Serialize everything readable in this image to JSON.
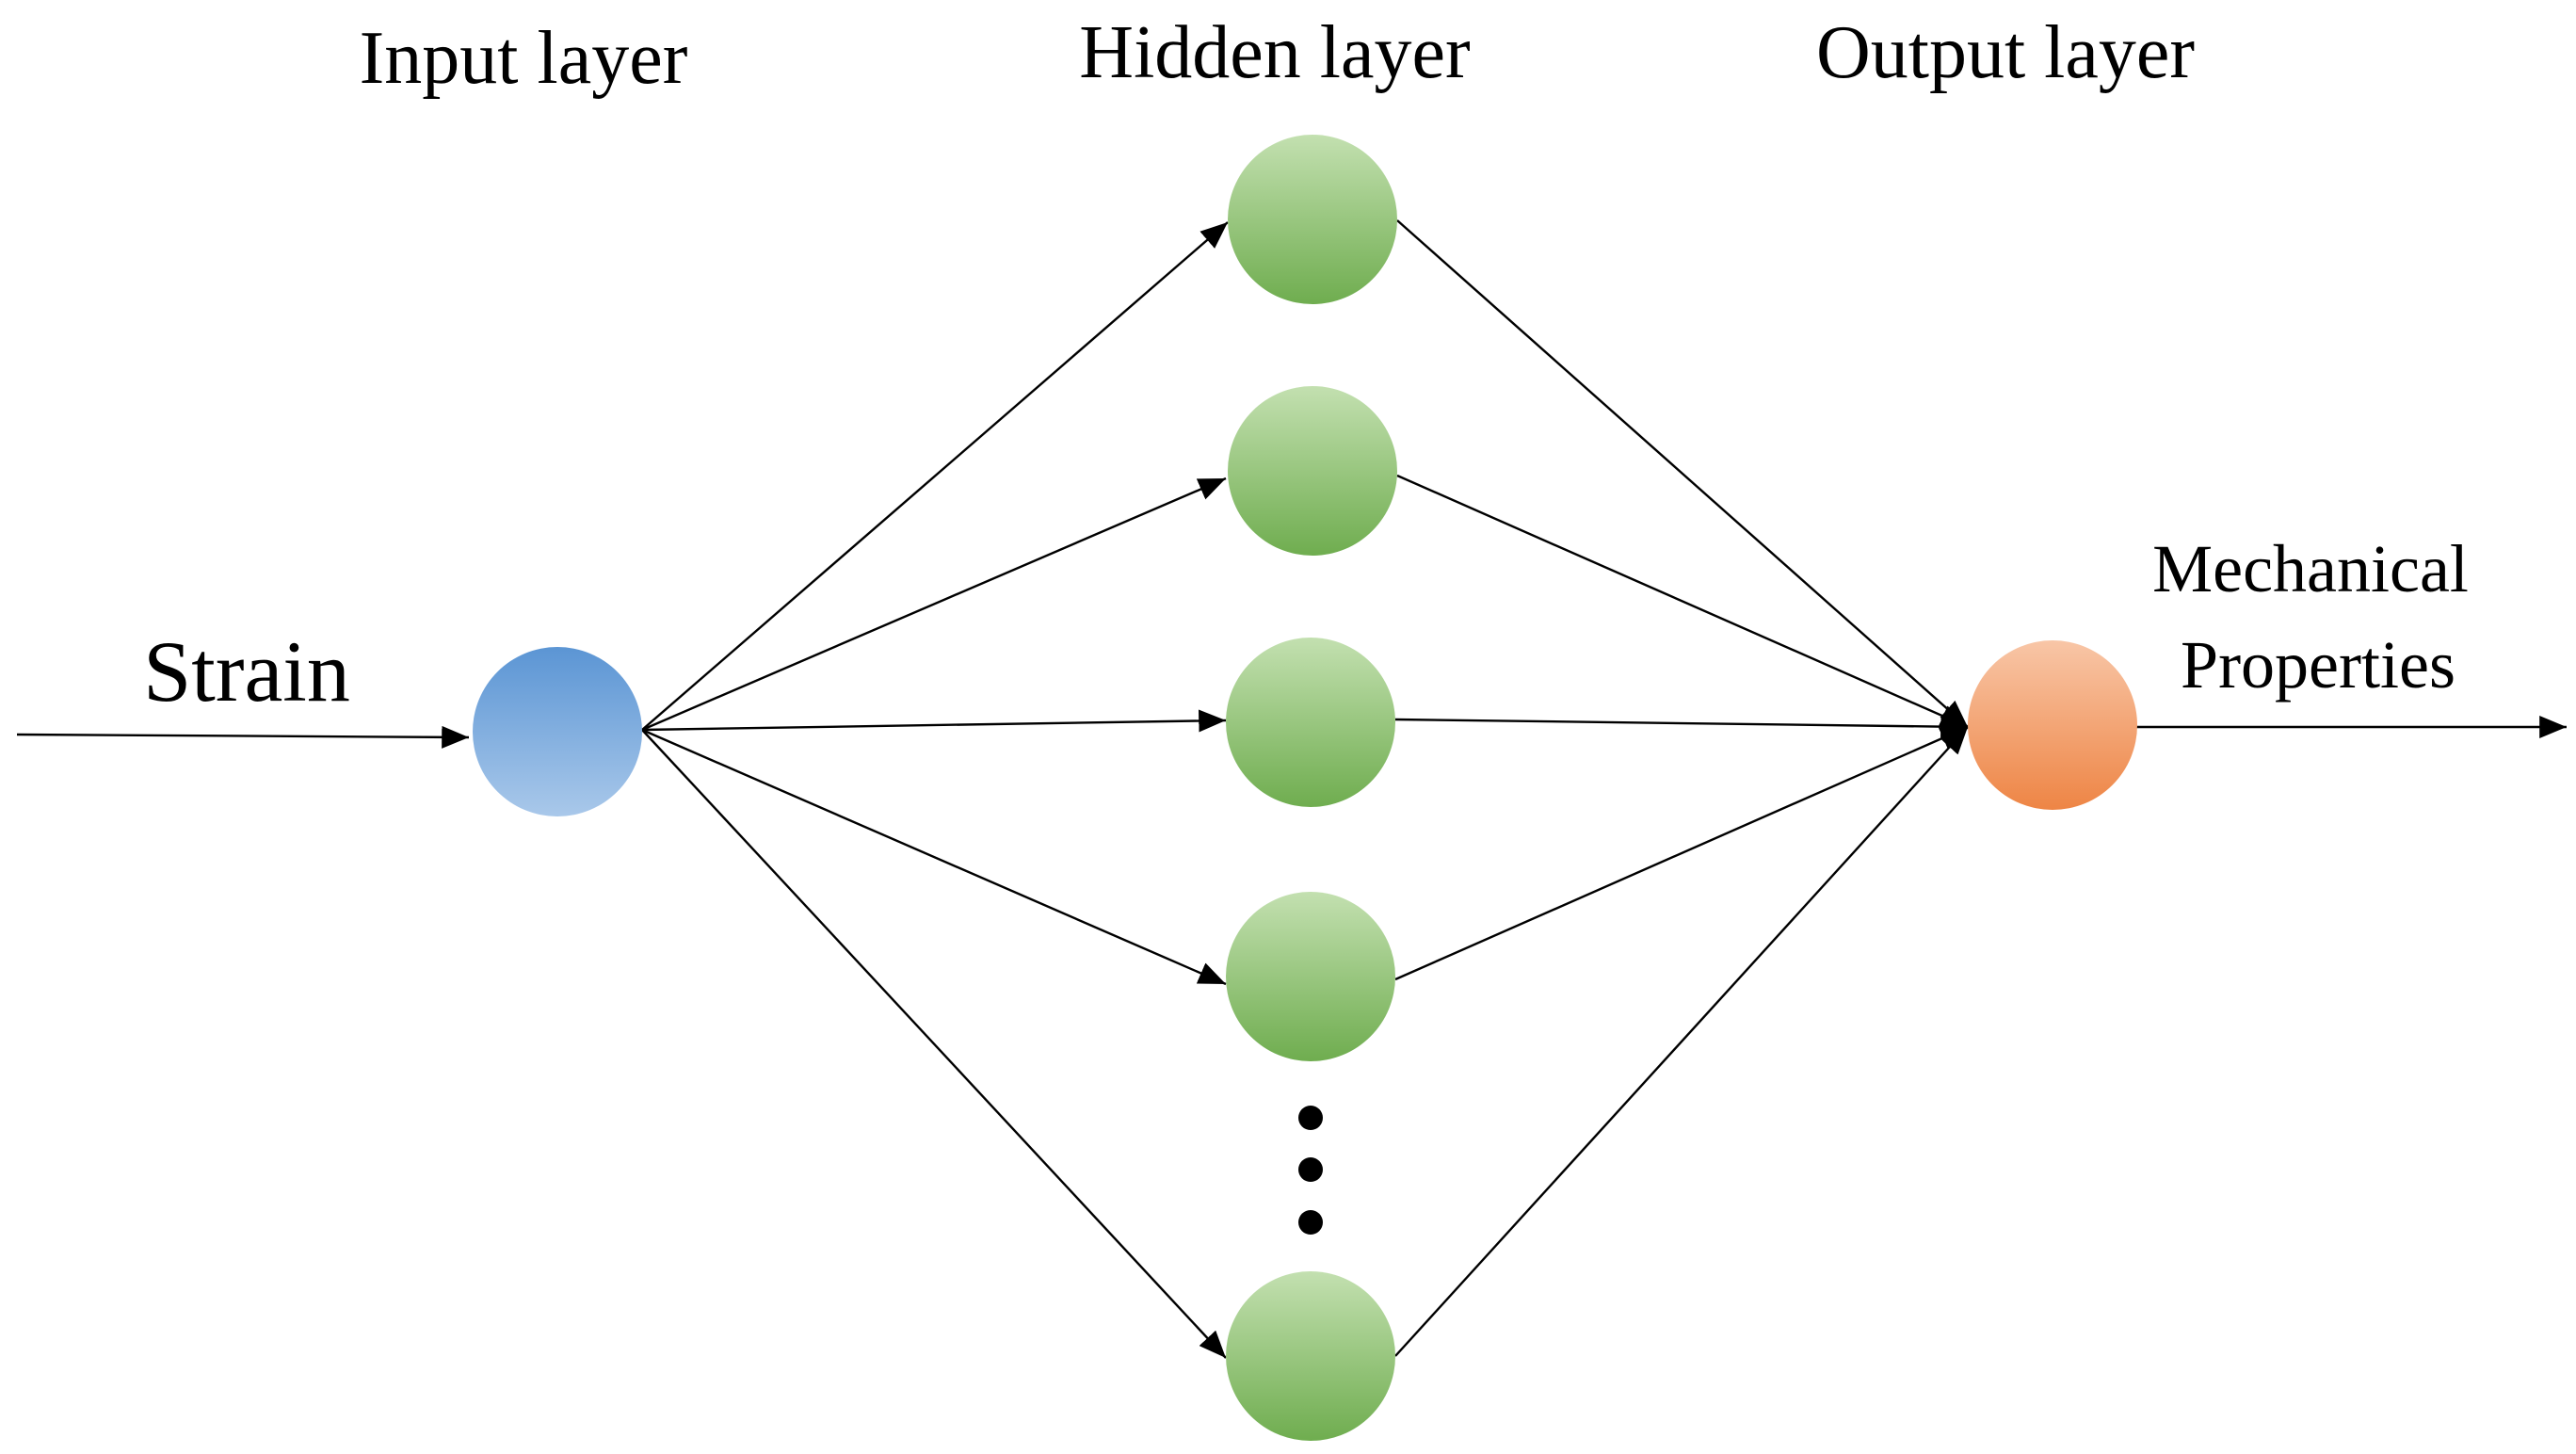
{
  "headings": {
    "input": "Input layer",
    "hidden": "Hidden layer",
    "output": "Output layer"
  },
  "input_label": "Strain",
  "output_label": {
    "line1": "Mechanical",
    "line2": "Properties"
  },
  "network": {
    "input_nodes": 1,
    "hidden_nodes_shown": 5,
    "output_nodes": 1,
    "ellipsis_dots": 3
  },
  "colors": {
    "input_node_light": "#a9c8ea",
    "input_node_dark": "#5b95d4",
    "hidden_node_light": "#c3e0b0",
    "hidden_node_dark": "#6fad4f",
    "output_node_light": "#f8c6a7",
    "output_node_dark": "#ee8545",
    "line": "#000000"
  }
}
